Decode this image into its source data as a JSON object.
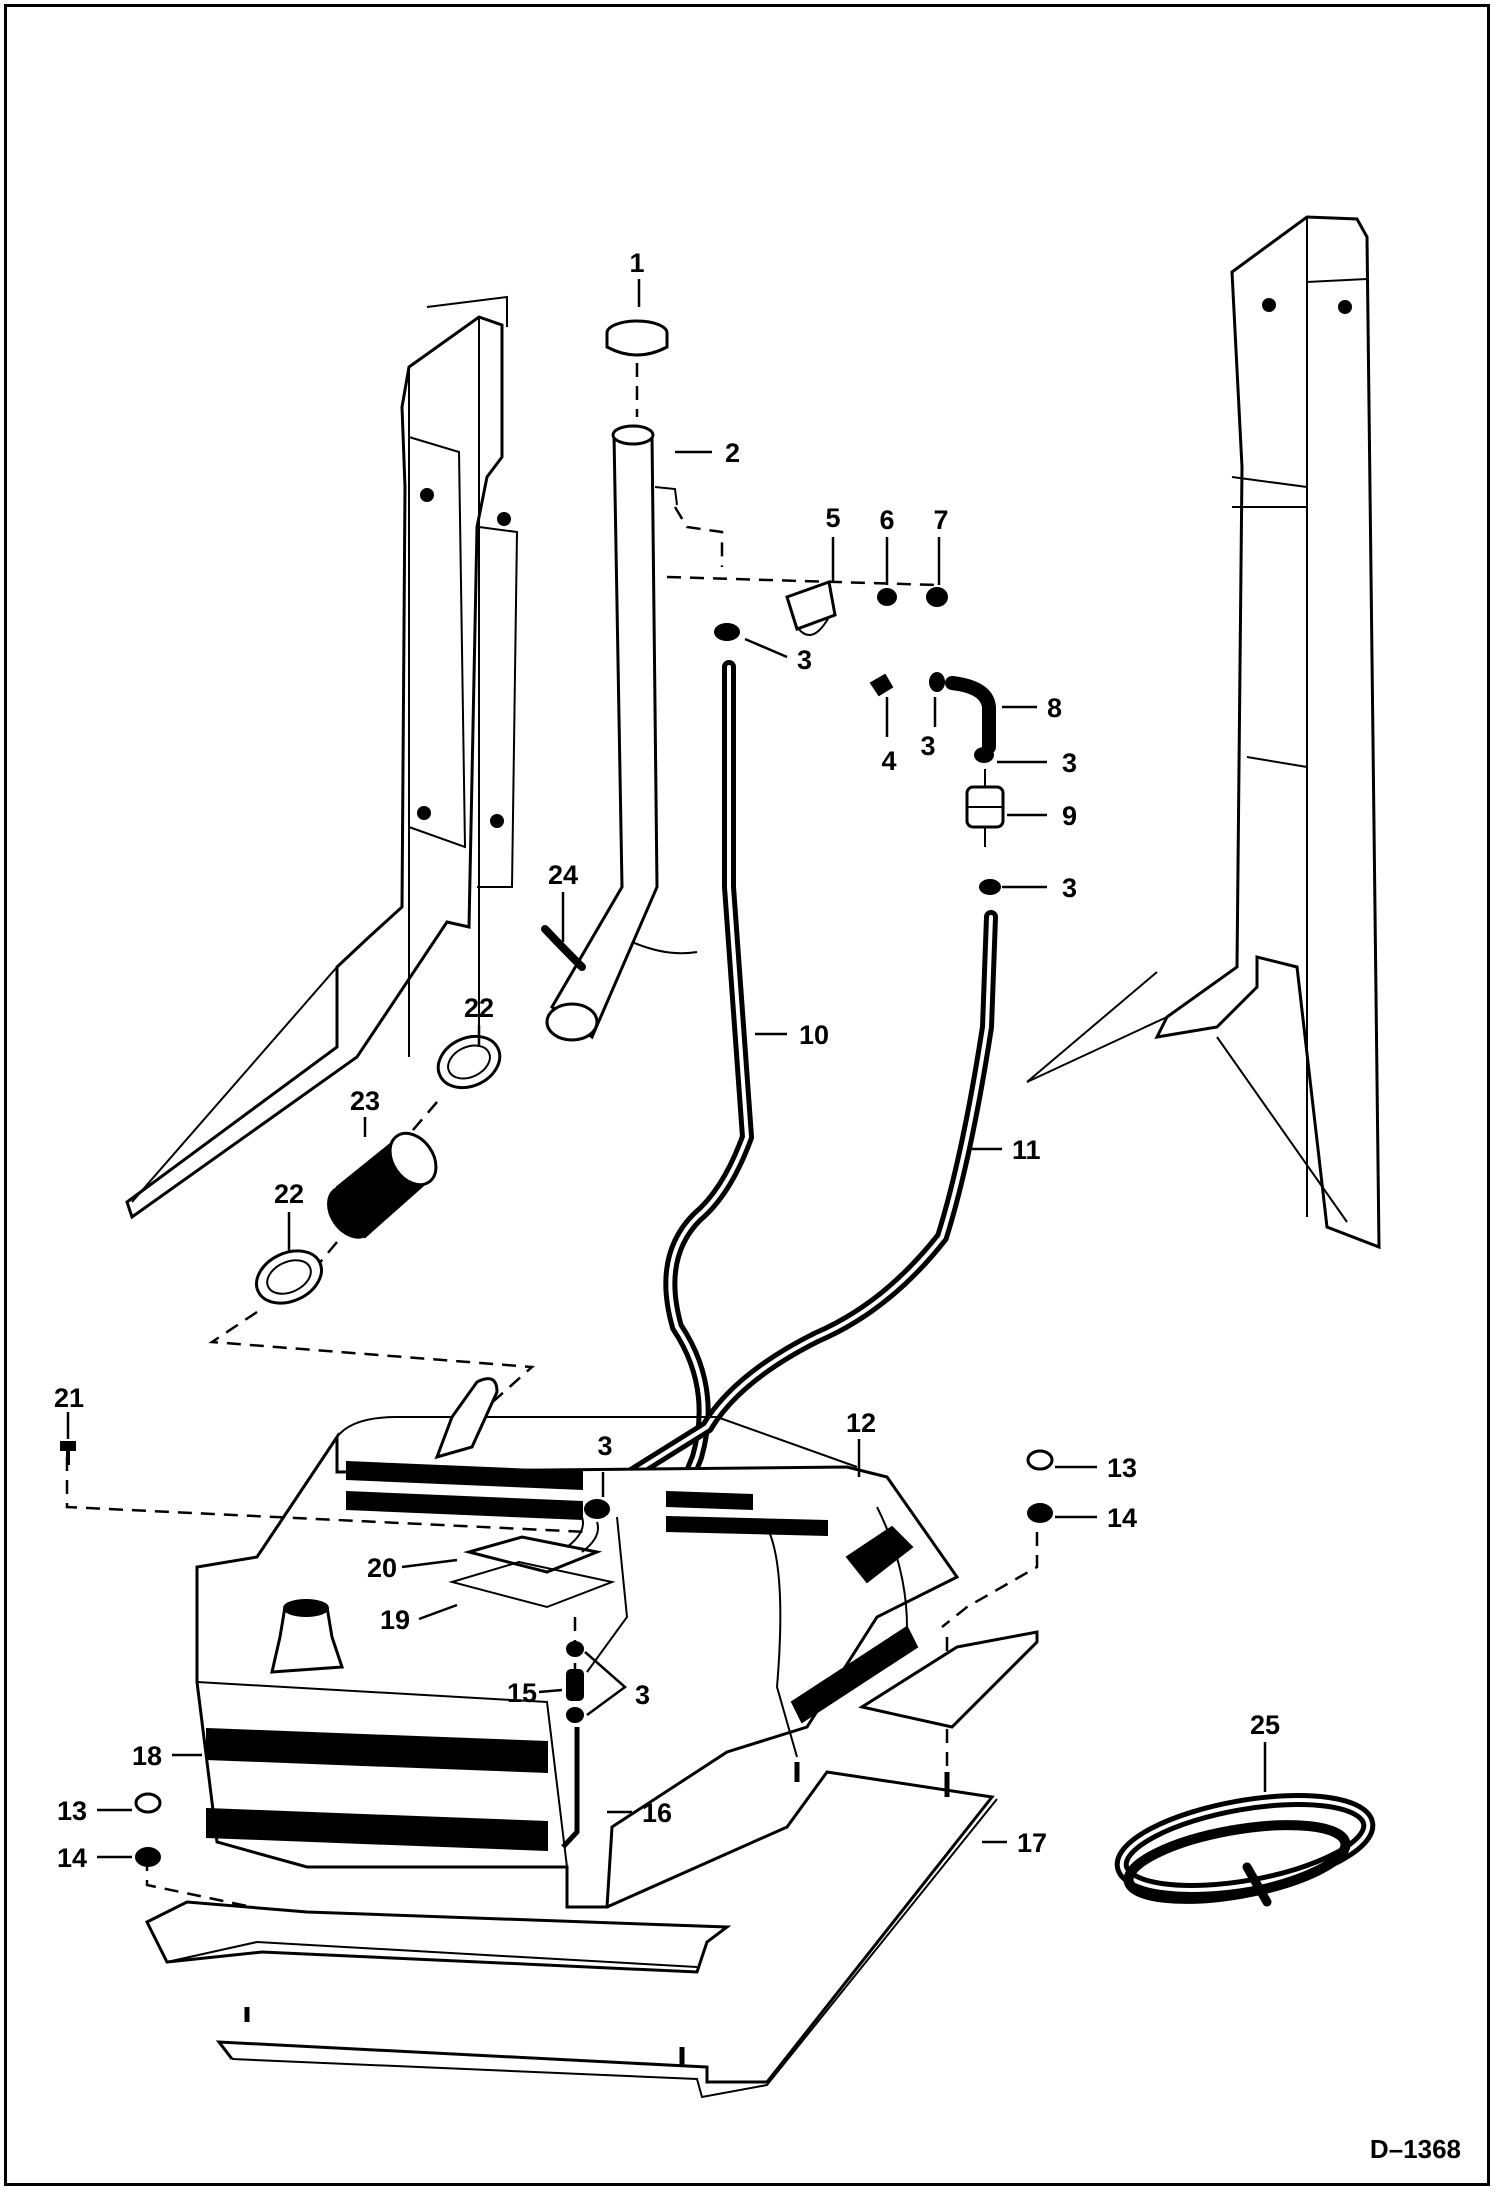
{
  "drawing_code": "D–1368",
  "callouts": [
    {
      "id": "c1",
      "label": "1"
    },
    {
      "id": "c2",
      "label": "2"
    },
    {
      "id": "c3a",
      "label": "3"
    },
    {
      "id": "c3b",
      "label": "3"
    },
    {
      "id": "c3c",
      "label": "3"
    },
    {
      "id": "c3d",
      "label": "3"
    },
    {
      "id": "c3e",
      "label": "3"
    },
    {
      "id": "c3f",
      "label": "3"
    },
    {
      "id": "c4",
      "label": "4"
    },
    {
      "id": "c5",
      "label": "5"
    },
    {
      "id": "c6",
      "label": "6"
    },
    {
      "id": "c7",
      "label": "7"
    },
    {
      "id": "c8",
      "label": "8"
    },
    {
      "id": "c9",
      "label": "9"
    },
    {
      "id": "c10",
      "label": "10"
    },
    {
      "id": "c11",
      "label": "11"
    },
    {
      "id": "c12",
      "label": "12"
    },
    {
      "id": "c13a",
      "label": "13"
    },
    {
      "id": "c13b",
      "label": "13"
    },
    {
      "id": "c14a",
      "label": "14"
    },
    {
      "id": "c14b",
      "label": "14"
    },
    {
      "id": "c15",
      "label": "15"
    },
    {
      "id": "c16",
      "label": "16"
    },
    {
      "id": "c17",
      "label": "17"
    },
    {
      "id": "c18",
      "label": "18"
    },
    {
      "id": "c19",
      "label": "19"
    },
    {
      "id": "c20",
      "label": "20"
    },
    {
      "id": "c21",
      "label": "21"
    },
    {
      "id": "c22a",
      "label": "22"
    },
    {
      "id": "c22b",
      "label": "22"
    },
    {
      "id": "c23",
      "label": "23"
    },
    {
      "id": "c24",
      "label": "24"
    },
    {
      "id": "c25",
      "label": "25"
    }
  ]
}
